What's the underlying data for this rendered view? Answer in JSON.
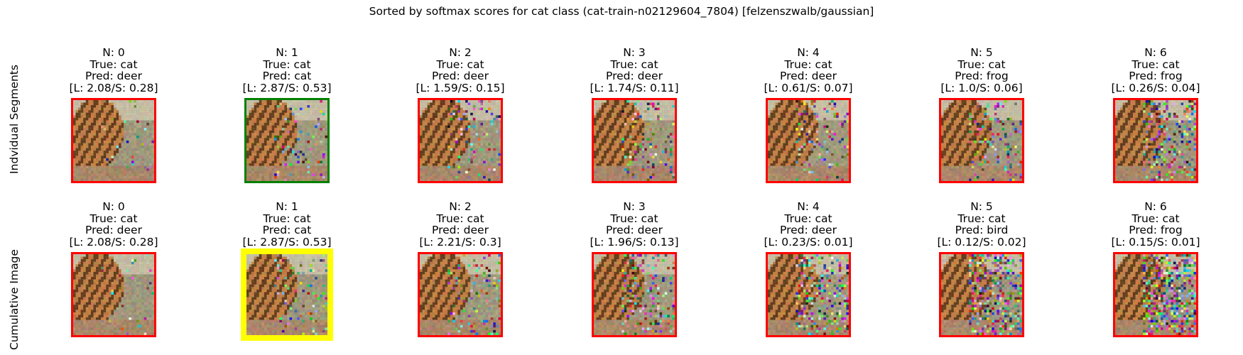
{
  "title": "Sorted by softmax scores for cat class (cat-train-n02129604_7804) [felzenszwalb/gaussian]",
  "row_labels": [
    "Indvidual Segments",
    "Cumulative Image"
  ],
  "colors": {
    "incorrect": "#ff0000",
    "correct": "#008000",
    "best": "#ffff00"
  },
  "rows": [
    {
      "panels": [
        {
          "n": "N: 0",
          "true": "True: cat",
          "pred": "Pred: deer",
          "score": "[L: 2.08/S: 0.28]",
          "status": "incorrect",
          "noise": 0.05
        },
        {
          "n": "N: 1",
          "true": "True: cat",
          "pred": "Pred: cat",
          "score": "[L: 2.87/S: 0.53]",
          "status": "correct",
          "noise": 0.1
        },
        {
          "n": "N: 2",
          "true": "True: cat",
          "pred": "Pred: deer",
          "score": "[L: 1.59/S: 0.15]",
          "status": "incorrect",
          "noise": 0.12
        },
        {
          "n": "N: 3",
          "true": "True: cat",
          "pred": "Pred: deer",
          "score": "[L: 1.74/S: 0.11]",
          "status": "incorrect",
          "noise": 0.18
        },
        {
          "n": "N: 4",
          "true": "True: cat",
          "pred": "Pred: deer",
          "score": "[L: 0.61/S: 0.07]",
          "status": "incorrect",
          "noise": 0.15
        },
        {
          "n": "N: 5",
          "true": "True: cat",
          "pred": "Pred: frog",
          "score": "[L: 1.0/S: 0.06]",
          "status": "incorrect",
          "noise": 0.22
        },
        {
          "n": "N: 6",
          "true": "True: cat",
          "pred": "Pred: frog",
          "score": "[L: 0.26/S: 0.04]",
          "status": "incorrect",
          "noise": 0.3
        }
      ]
    },
    {
      "panels": [
        {
          "n": "N: 0",
          "true": "True: cat",
          "pred": "Pred: deer",
          "score": "[L: 2.08/S: 0.28]",
          "status": "incorrect",
          "noise": 0.05
        },
        {
          "n": "N: 1",
          "true": "True: cat",
          "pred": "Pred: cat",
          "score": "[L: 2.87/S: 0.53]",
          "status": "best",
          "noise": 0.12
        },
        {
          "n": "N: 2",
          "true": "True: cat",
          "pred": "Pred: deer",
          "score": "[L: 2.21/S: 0.3]",
          "status": "incorrect",
          "noise": 0.16
        },
        {
          "n": "N: 3",
          "true": "True: cat",
          "pred": "Pred: deer",
          "score": "[L: 1.96/S: 0.13]",
          "status": "incorrect",
          "noise": 0.26
        },
        {
          "n": "N: 4",
          "true": "True: cat",
          "pred": "Pred: deer",
          "score": "[L: 0.23/S: 0.01]",
          "status": "incorrect",
          "noise": 0.34
        },
        {
          "n": "N: 5",
          "true": "True: cat",
          "pred": "Pred: bird",
          "score": "[L: 0.12/S: 0.02]",
          "status": "incorrect",
          "noise": 0.45
        },
        {
          "n": "N: 6",
          "true": "True: cat",
          "pred": "Pred: frog",
          "score": "[L: 0.15/S: 0.01]",
          "status": "incorrect",
          "noise": 0.6
        }
      ]
    }
  ]
}
